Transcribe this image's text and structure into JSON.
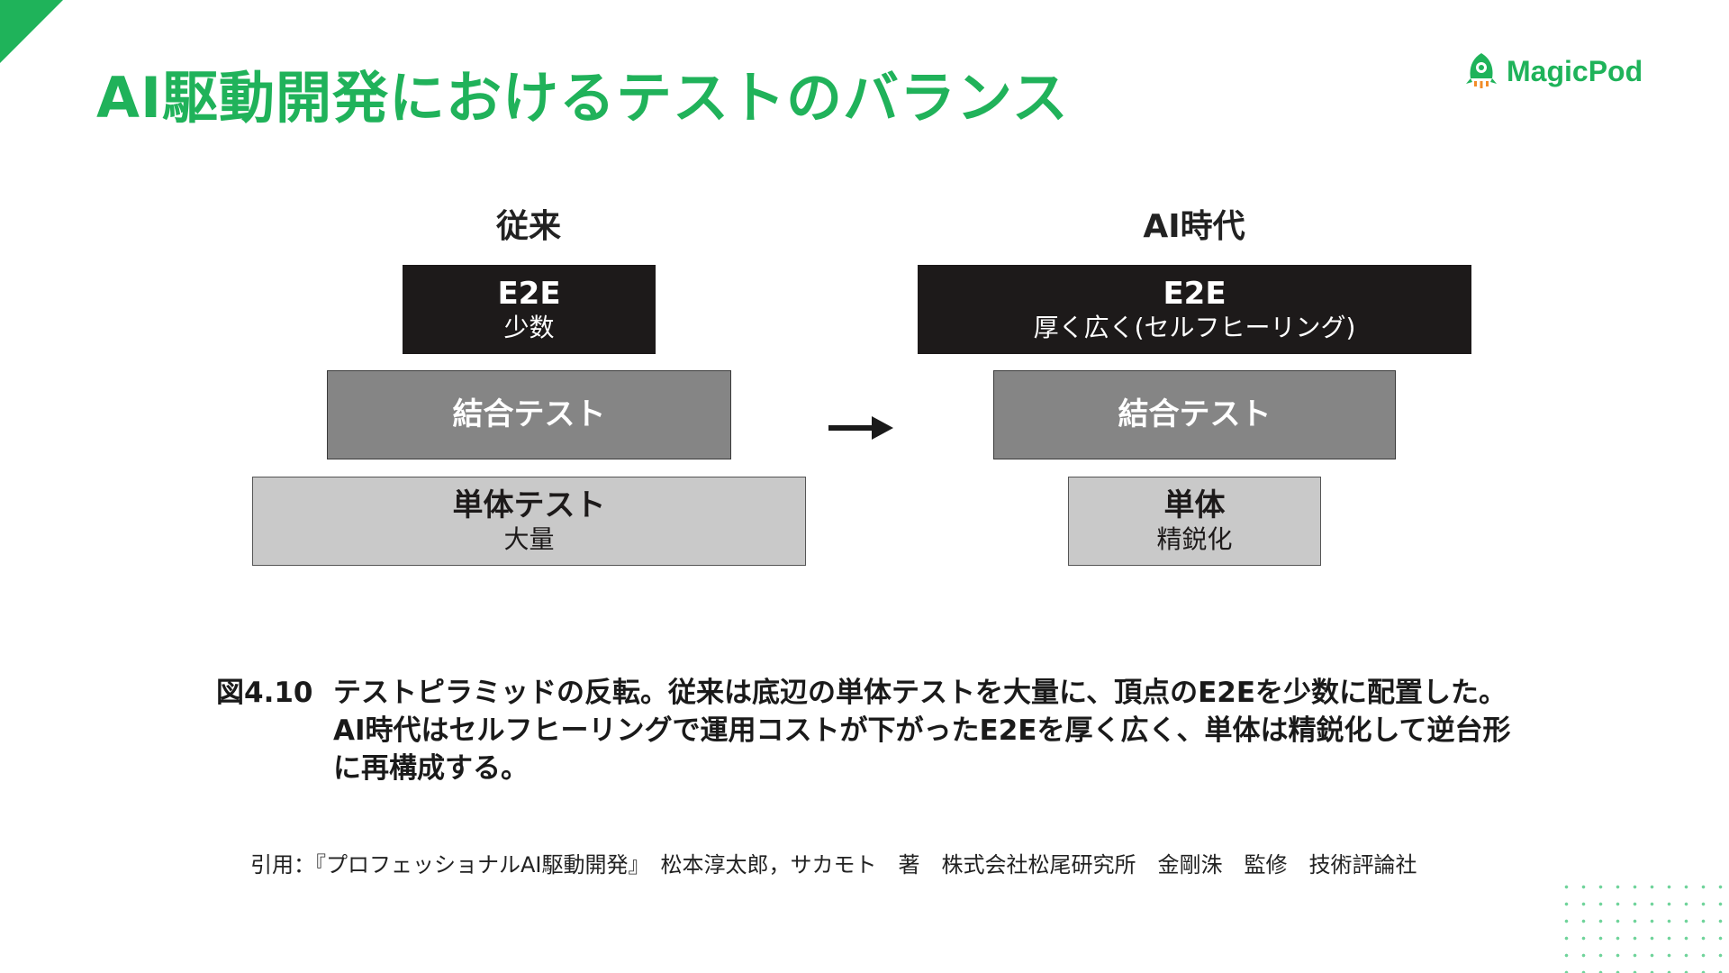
{
  "title": "AI駆動開発におけるテストのバランス",
  "logo": {
    "text": "MagicPod",
    "icon": "rocket-icon",
    "color": "#1fb35a"
  },
  "accent_color": "#20b25a",
  "diagram": {
    "left": {
      "heading": "従来",
      "levels": [
        {
          "main": "E2E",
          "sub": "少数"
        },
        {
          "main": "結合テスト",
          "sub": ""
        },
        {
          "main": "単体テスト",
          "sub": "大量"
        }
      ]
    },
    "arrow": "right-arrow-icon",
    "right": {
      "heading": "AI時代",
      "levels": [
        {
          "main": "E2E",
          "sub": "厚く広く(セルフヒーリング)"
        },
        {
          "main": "結合テスト",
          "sub": ""
        },
        {
          "main": "単体",
          "sub": "精鋭化"
        }
      ]
    }
  },
  "caption": {
    "number": "図4.10",
    "text": "テストピラミッドの反転。従来は底辺の単体テストを大量に、頂点のE2Eを少数に配置した。AI時代はセルフヒーリングで運用コストが下がったE2Eを厚く広く、単体は精鋭化して逆台形に再構成する。"
  },
  "citation": "引用：『プロフェッショナルAI駆動開発』　松本淳太郎，サカモト　著　株式会社松尾研究所　金剛洙　監修　技術評論社"
}
